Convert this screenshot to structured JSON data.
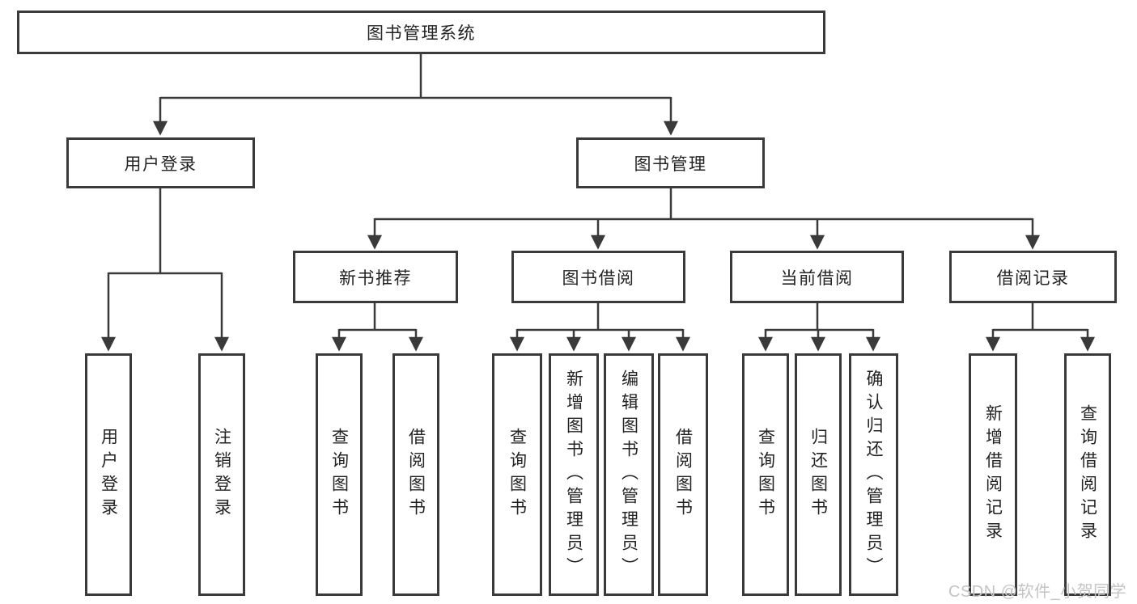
{
  "colors": {
    "line": "#3a3a3a",
    "box_background": "#ffffff",
    "text": "#232323",
    "watermark": "#c4c4c4"
  },
  "tree": {
    "root": {
      "label": "图书管理系统"
    },
    "children": [
      {
        "label": "用户登录",
        "children": [
          {
            "label": "用户登录"
          },
          {
            "label": "注销登录"
          }
        ]
      },
      {
        "label": "图书管理",
        "children": [
          {
            "label": "新书推荐",
            "children": [
              {
                "label": "查询图书"
              },
              {
                "label": "借阅图书"
              }
            ]
          },
          {
            "label": "图书借阅",
            "children": [
              {
                "label": "查询图书"
              },
              {
                "label": "新增图书（管理员）"
              },
              {
                "label": "编辑图书（管理员）"
              },
              {
                "label": "借阅图书"
              }
            ]
          },
          {
            "label": "当前借阅",
            "children": [
              {
                "label": "查询图书"
              },
              {
                "label": "归还图书"
              },
              {
                "label": "确认归还（管理员）"
              }
            ]
          },
          {
            "label": "借阅记录",
            "children": [
              {
                "label": "新增借阅记录"
              },
              {
                "label": "查询借阅记录"
              }
            ]
          }
        ]
      }
    ]
  },
  "watermark": {
    "text": "CSDN @软件_小贺同学"
  }
}
